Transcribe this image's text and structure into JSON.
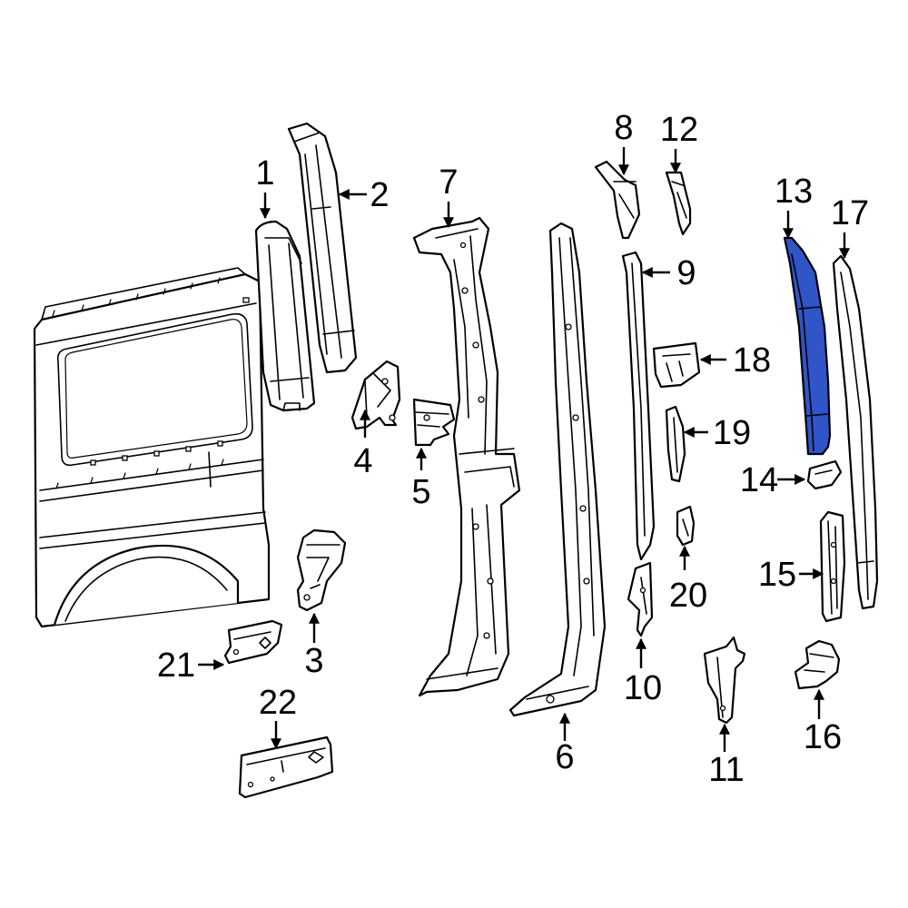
{
  "diagram": {
    "highlight_color": "#2f55c8",
    "highlighted_part": "13",
    "callouts": [
      "1",
      "2",
      "3",
      "4",
      "5",
      "6",
      "7",
      "8",
      "9",
      "10",
      "11",
      "12",
      "13",
      "14",
      "15",
      "16",
      "17",
      "18",
      "19",
      "20",
      "21",
      "22"
    ]
  }
}
